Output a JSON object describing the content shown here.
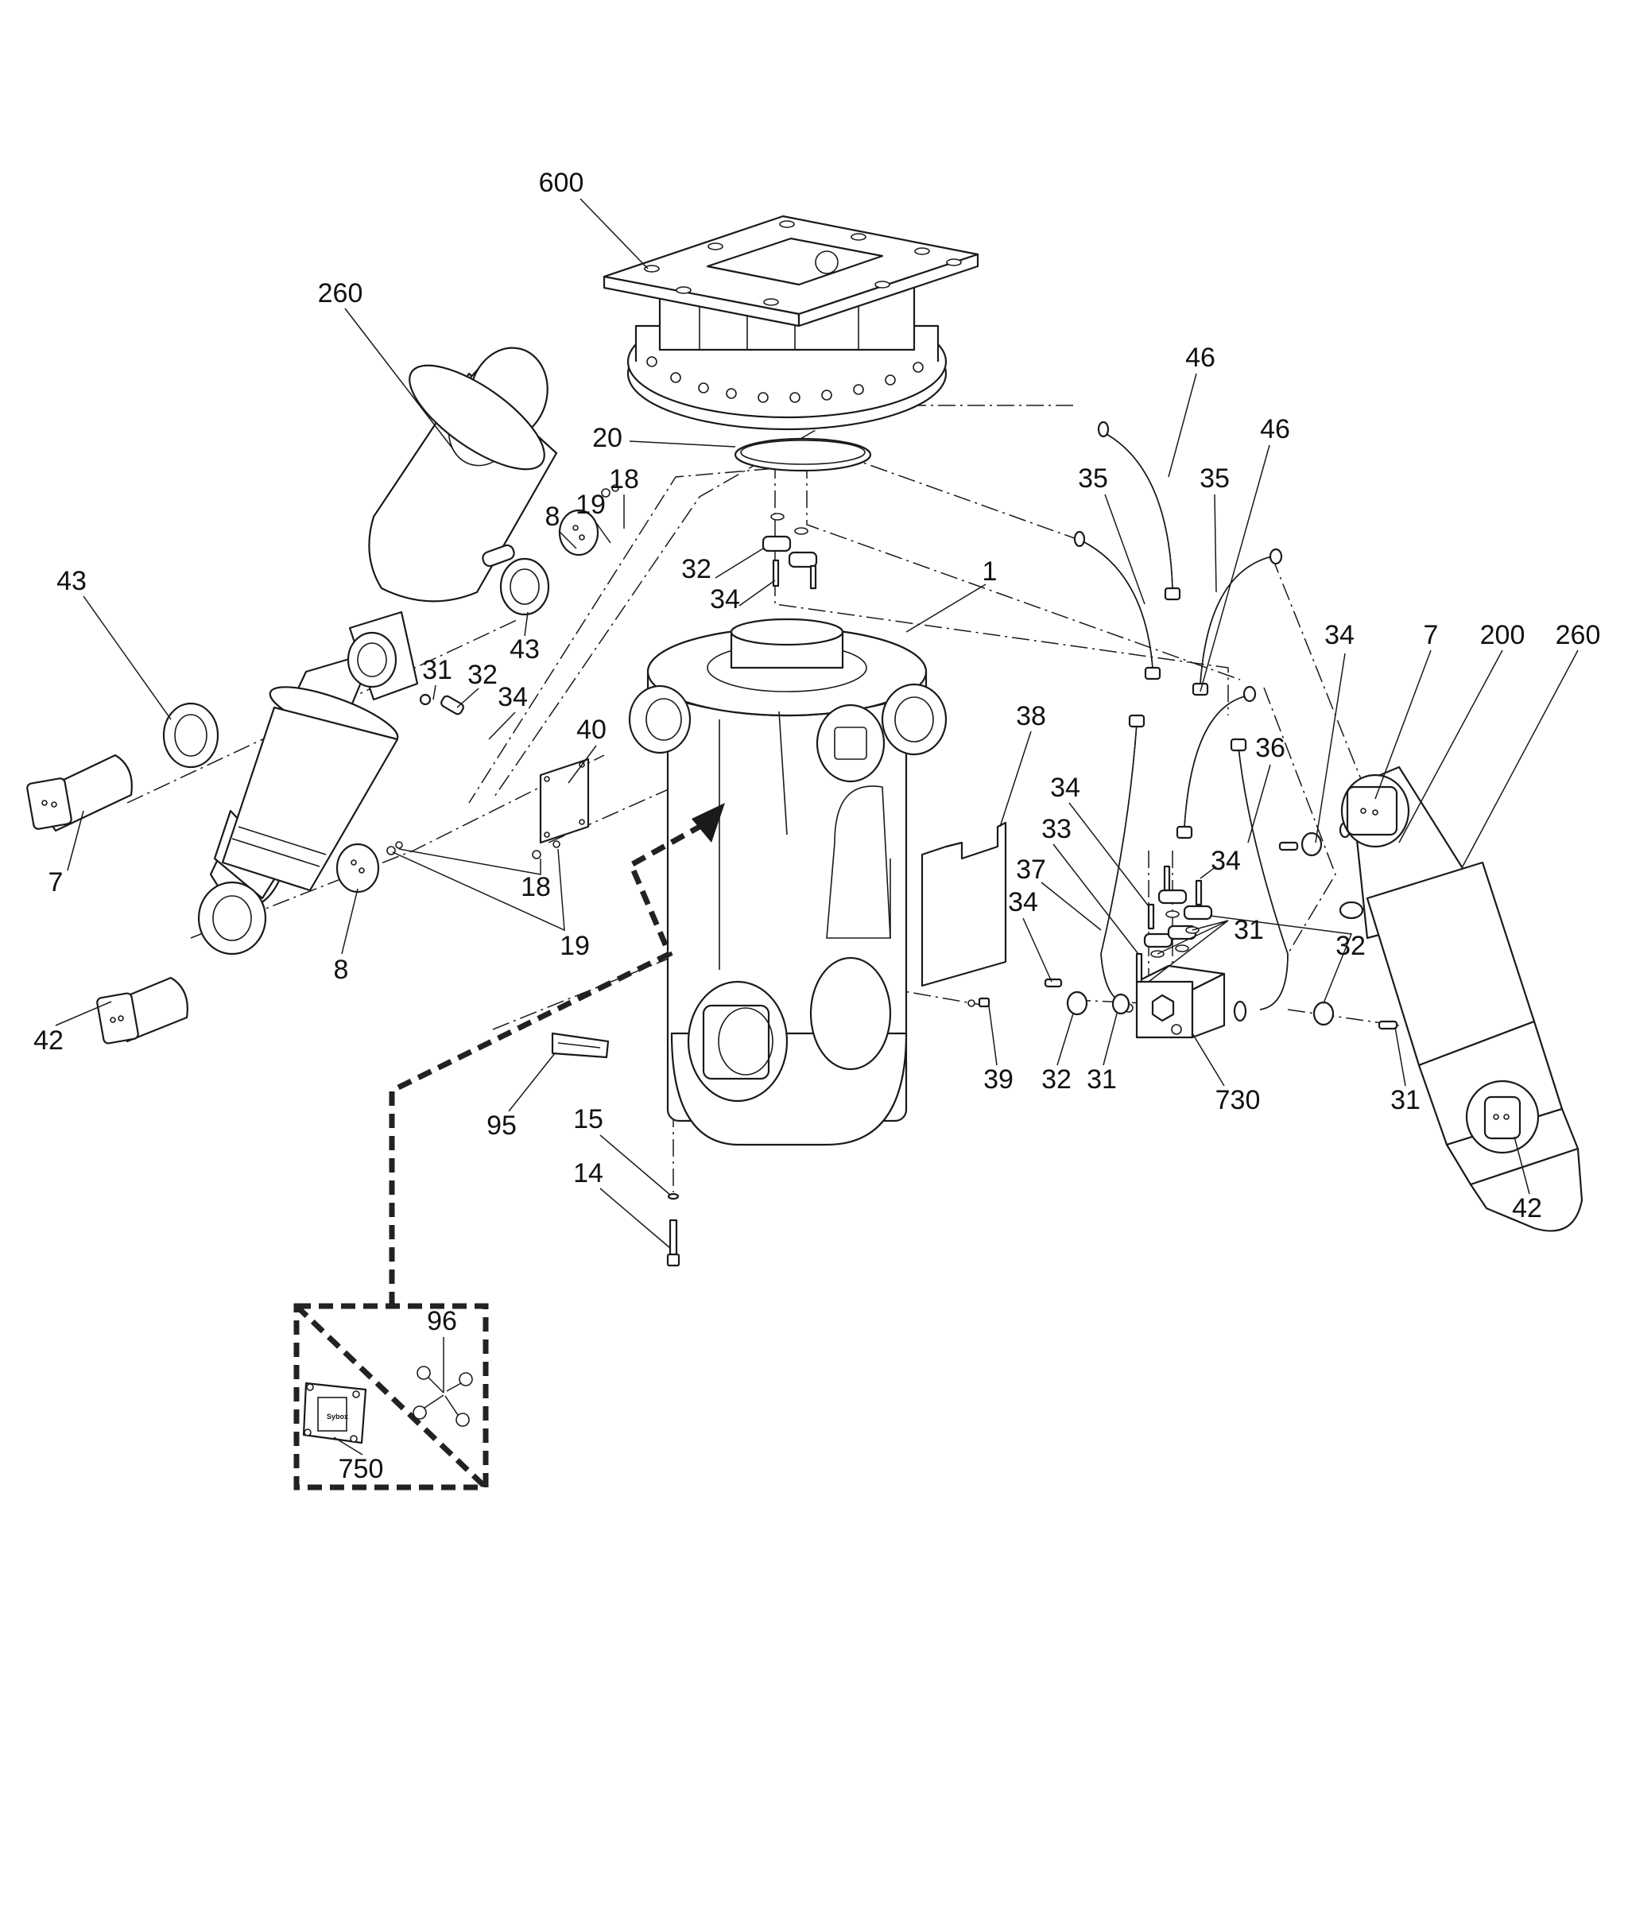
{
  "diagram": {
    "type": "exploded-parts-assembly",
    "colors": {
      "line": "#1a1a1a",
      "background": "#ffffff"
    },
    "callouts": [
      {
        "id": "c600",
        "label": "600",
        "part": "top-mount-rotator"
      },
      {
        "id": "c260a",
        "label": "260",
        "part": "cylinder-barrel-left"
      },
      {
        "id": "c20",
        "label": "20",
        "part": "o-ring-seal"
      },
      {
        "id": "c46a",
        "label": "46",
        "part": "hose"
      },
      {
        "id": "c46b",
        "label": "46",
        "part": "hose"
      },
      {
        "id": "c35a",
        "label": "35",
        "part": "hose"
      },
      {
        "id": "c35b",
        "label": "35",
        "part": "hose"
      },
      {
        "id": "c18a",
        "label": "18",
        "part": "screw"
      },
      {
        "id": "c19a",
        "label": "19",
        "part": "washer"
      },
      {
        "id": "c8a",
        "label": "8",
        "part": "cover-disc"
      },
      {
        "id": "c43a",
        "label": "43",
        "part": "spacer-ring"
      },
      {
        "id": "c32a",
        "label": "32",
        "part": "flange-clamp"
      },
      {
        "id": "c34a",
        "label": "34",
        "part": "bolt"
      },
      {
        "id": "c1",
        "label": "1",
        "part": "main-frame"
      },
      {
        "id": "c43b",
        "label": "43",
        "part": "spacer-ring"
      },
      {
        "id": "c31a",
        "label": "31",
        "part": "o-ring"
      },
      {
        "id": "c32b",
        "label": "32",
        "part": "flange-clamp"
      },
      {
        "id": "c34b",
        "label": "34",
        "part": "bolt"
      },
      {
        "id": "c40",
        "label": "40",
        "part": "cover-plate"
      },
      {
        "id": "c34c",
        "label": "34",
        "part": "bolt"
      },
      {
        "id": "c7b",
        "label": "7",
        "part": "pin"
      },
      {
        "id": "c200",
        "label": "200",
        "part": "cylinder-rod-right"
      },
      {
        "id": "c260b",
        "label": "260",
        "part": "cylinder-barrel-right"
      },
      {
        "id": "c38",
        "label": "38",
        "part": "guard-plate"
      },
      {
        "id": "c36",
        "label": "36",
        "part": "hose"
      },
      {
        "id": "c7a",
        "label": "7",
        "part": "pin"
      },
      {
        "id": "c34d",
        "label": "34",
        "part": "bolt"
      },
      {
        "id": "c33",
        "label": "33",
        "part": "bolt"
      },
      {
        "id": "c34e",
        "label": "34",
        "part": "bolt"
      },
      {
        "id": "c37",
        "label": "37",
        "part": "hose"
      },
      {
        "id": "c18b",
        "label": "18",
        "part": "screw"
      },
      {
        "id": "c34f",
        "label": "34",
        "part": "bolt"
      },
      {
        "id": "c31b",
        "label": "31",
        "part": "o-ring"
      },
      {
        "id": "c32c",
        "label": "32",
        "part": "flange-clamp"
      },
      {
        "id": "c19b",
        "label": "19",
        "part": "washer"
      },
      {
        "id": "c8b",
        "label": "8",
        "part": "cover-disc"
      },
      {
        "id": "c42a",
        "label": "42",
        "part": "pin"
      },
      {
        "id": "c32d",
        "label": "32",
        "part": "flange-clamp"
      },
      {
        "id": "c31c",
        "label": "31",
        "part": "o-ring"
      },
      {
        "id": "c39",
        "label": "39",
        "part": "screw"
      },
      {
        "id": "c730",
        "label": "730",
        "part": "valve-block"
      },
      {
        "id": "c31d",
        "label": "31",
        "part": "o-ring"
      },
      {
        "id": "c95",
        "label": "95",
        "part": "decal"
      },
      {
        "id": "c15",
        "label": "15",
        "part": "washer"
      },
      {
        "id": "c14",
        "label": "14",
        "part": "bolt"
      },
      {
        "id": "c42b",
        "label": "42",
        "part": "pin"
      },
      {
        "id": "c96",
        "label": "96",
        "part": "rivets"
      },
      {
        "id": "c750",
        "label": "750",
        "part": "electronic-module"
      }
    ],
    "module_logo": "Sybox"
  }
}
